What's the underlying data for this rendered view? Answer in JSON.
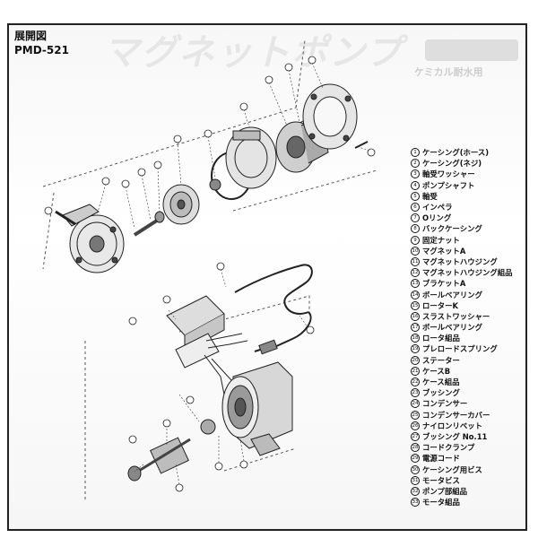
{
  "document": {
    "title": "展開図",
    "model": "PMD-521",
    "watermark": "マグネットポンプ",
    "subtitle": "ケミカル耐水用"
  },
  "parts": [
    {
      "no": "1",
      "name": "ケーシング(ホース)"
    },
    {
      "no": "2",
      "name": "ケーシング(ネジ)"
    },
    {
      "no": "3",
      "name": "軸受ワッシャー"
    },
    {
      "no": "4",
      "name": "ポンプシャフト"
    },
    {
      "no": "5",
      "name": "軸受"
    },
    {
      "no": "6",
      "name": "インペラ"
    },
    {
      "no": "7",
      "name": "Oリング"
    },
    {
      "no": "8",
      "name": "バックケーシング"
    },
    {
      "no": "9",
      "name": "固定ナット"
    },
    {
      "no": "10",
      "name": "マグネットA"
    },
    {
      "no": "11",
      "name": "マグネットハウジング"
    },
    {
      "no": "12",
      "name": "マグネットハウジング組品"
    },
    {
      "no": "13",
      "name": "ブラケットA"
    },
    {
      "no": "14",
      "name": "ボールベアリング"
    },
    {
      "no": "15",
      "name": "ローターK"
    },
    {
      "no": "16",
      "name": "スラストワッシャー"
    },
    {
      "no": "17",
      "name": "ボールベアリング"
    },
    {
      "no": "18",
      "name": "ロータ組品"
    },
    {
      "no": "19",
      "name": "プレロードスプリング"
    },
    {
      "no": "20",
      "name": "ステーター"
    },
    {
      "no": "21",
      "name": "ケースB"
    },
    {
      "no": "22",
      "name": "ケース組品"
    },
    {
      "no": "23",
      "name": "ブッシング"
    },
    {
      "no": "24",
      "name": "コンデンサー"
    },
    {
      "no": "25",
      "name": "コンデンサーカバー"
    },
    {
      "no": "26",
      "name": "ナイロンリベット"
    },
    {
      "no": "27",
      "name": "ブッシング No.11"
    },
    {
      "no": "28",
      "name": "コードクランプ"
    },
    {
      "no": "29",
      "name": "電源コード"
    },
    {
      "no": "30",
      "name": "ケーシング用ビス"
    },
    {
      "no": "31",
      "name": "モータビス"
    },
    {
      "no": "32",
      "name": "ポンプ部組品"
    },
    {
      "no": "33",
      "name": "モータ組品"
    }
  ]
}
